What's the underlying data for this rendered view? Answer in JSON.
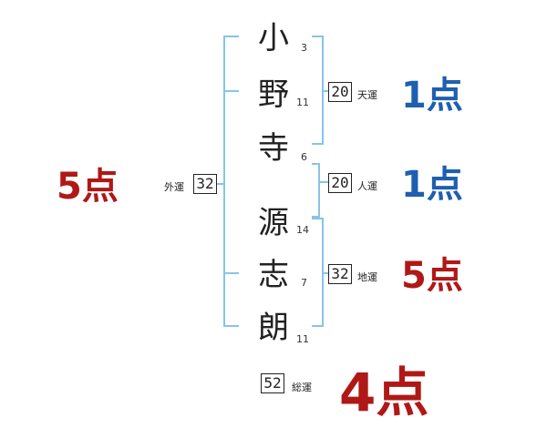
{
  "name": {
    "chars": [
      {
        "char": "小",
        "strokes": "3"
      },
      {
        "char": "野",
        "strokes": "11"
      },
      {
        "char": "寺",
        "strokes": "6"
      },
      {
        "char": "源",
        "strokes": "14"
      },
      {
        "char": "志",
        "strokes": "7"
      },
      {
        "char": "朗",
        "strokes": "11"
      }
    ]
  },
  "fortunes": {
    "tenkaku": {
      "value": "20",
      "label": "天運",
      "score": "1点"
    },
    "jinkaku": {
      "value": "20",
      "label": "人運",
      "score": "1点"
    },
    "chikaku": {
      "value": "32",
      "label": "地運",
      "score": "5点"
    },
    "gaikaku": {
      "value": "32",
      "label": "外運",
      "score": "5点"
    },
    "soukaku": {
      "value": "52",
      "label": "総運",
      "score": "4点"
    }
  },
  "colors": {
    "bracket": "#87c4e6",
    "good": "#1f5fb0",
    "bad": "#b01818"
  }
}
